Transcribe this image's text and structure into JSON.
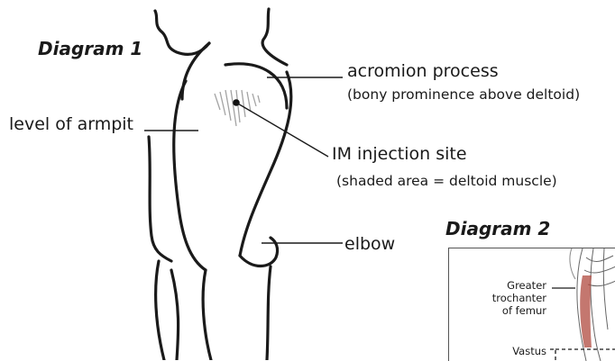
{
  "diagram1": {
    "title": "Diagram 1",
    "labels": {
      "acromion": "acromion process",
      "acromion_note": "(bony prominence above deltoid)",
      "armpit": "level of armpit",
      "injection": "IM injection site",
      "injection_note": "(shaded area = deltoid muscle)",
      "elbow": "elbow"
    }
  },
  "diagram2": {
    "title": "Diagram 2",
    "labels": {
      "greater_1": "Greater",
      "greater_2": "trochanter",
      "greater_3": "of femur",
      "vastus": "Vastus"
    }
  },
  "colors": {
    "ink": "#1a1a1a",
    "shading": "#9a9a9a",
    "muscle": "#b04a3f"
  }
}
